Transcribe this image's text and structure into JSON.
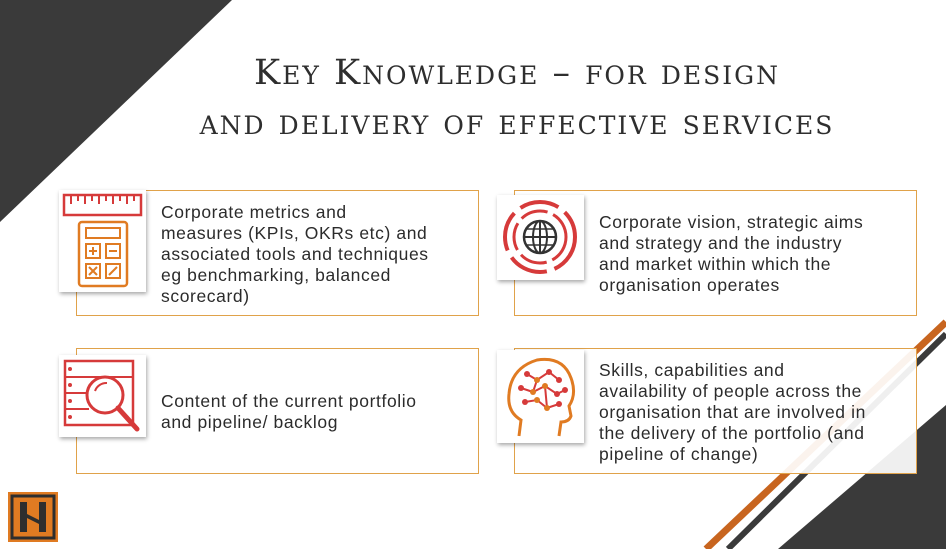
{
  "title": {
    "line1": "Key Knowledge – for design",
    "line2": "and delivery of effective services"
  },
  "cards": [
    {
      "text": "Corporate metrics and\nmeasures (KPIs, OKRs etc) and\nassociated tools and techniques\neg benchmarking, balanced\nscorecard)",
      "icon": "calculator-ruler-icon"
    },
    {
      "text": "Corporate vision, strategic aims\nand strategy and the industry\nand market within which the\norganisation operates",
      "icon": "globe-target-icon"
    },
    {
      "text": "Content of the current portfolio\nand pipeline/ backlog",
      "icon": "magnifier-list-icon"
    },
    {
      "text": "Skills, capabilities and\navailability of people across the\norganisation that are involved in\nthe delivery of the portfolio (and\npipeline of change)",
      "icon": "brain-head-icon"
    }
  ],
  "logo": {
    "icon": "h-logo-icon"
  },
  "colors": {
    "accent": "#e07b22",
    "red": "#d63a3a",
    "dark": "#3a3a3a",
    "border": "#e0a24a"
  }
}
